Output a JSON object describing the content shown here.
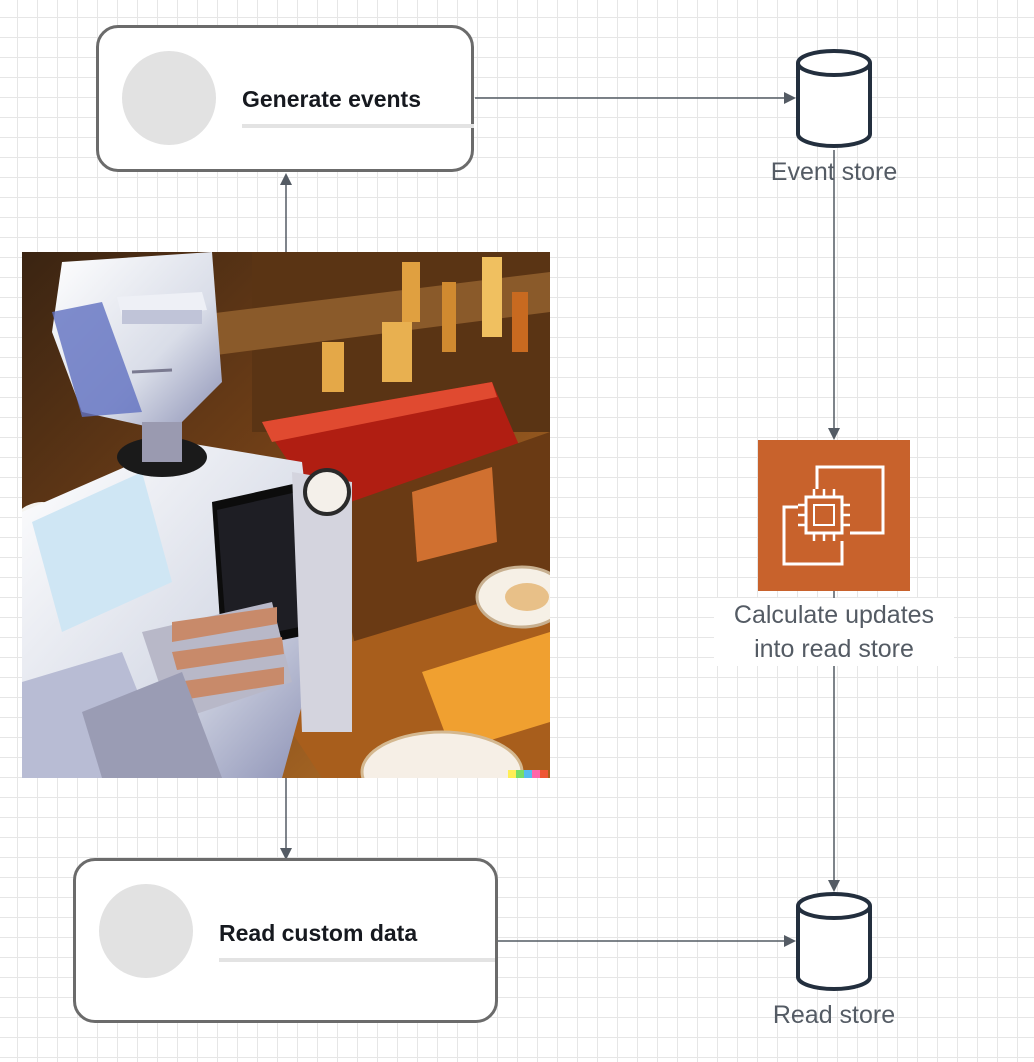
{
  "nodes": {
    "generate_events": {
      "title": "Generate events"
    },
    "read_custom_data": {
      "title": "Read custom data"
    }
  },
  "stores": {
    "event_store": {
      "label": "Event store"
    },
    "read_store": {
      "label": "Read store"
    }
  },
  "compute": {
    "label_line1": "Calculate updates",
    "label_line2": "into read store",
    "color": "#c8622c",
    "icon": "compute-chip-icon"
  },
  "illustration": {
    "icon": "robot-with-phone-painting"
  },
  "colors": {
    "edge": "#545b64",
    "store_outline": "#232f3e",
    "card_border": "#6b6b6b"
  }
}
